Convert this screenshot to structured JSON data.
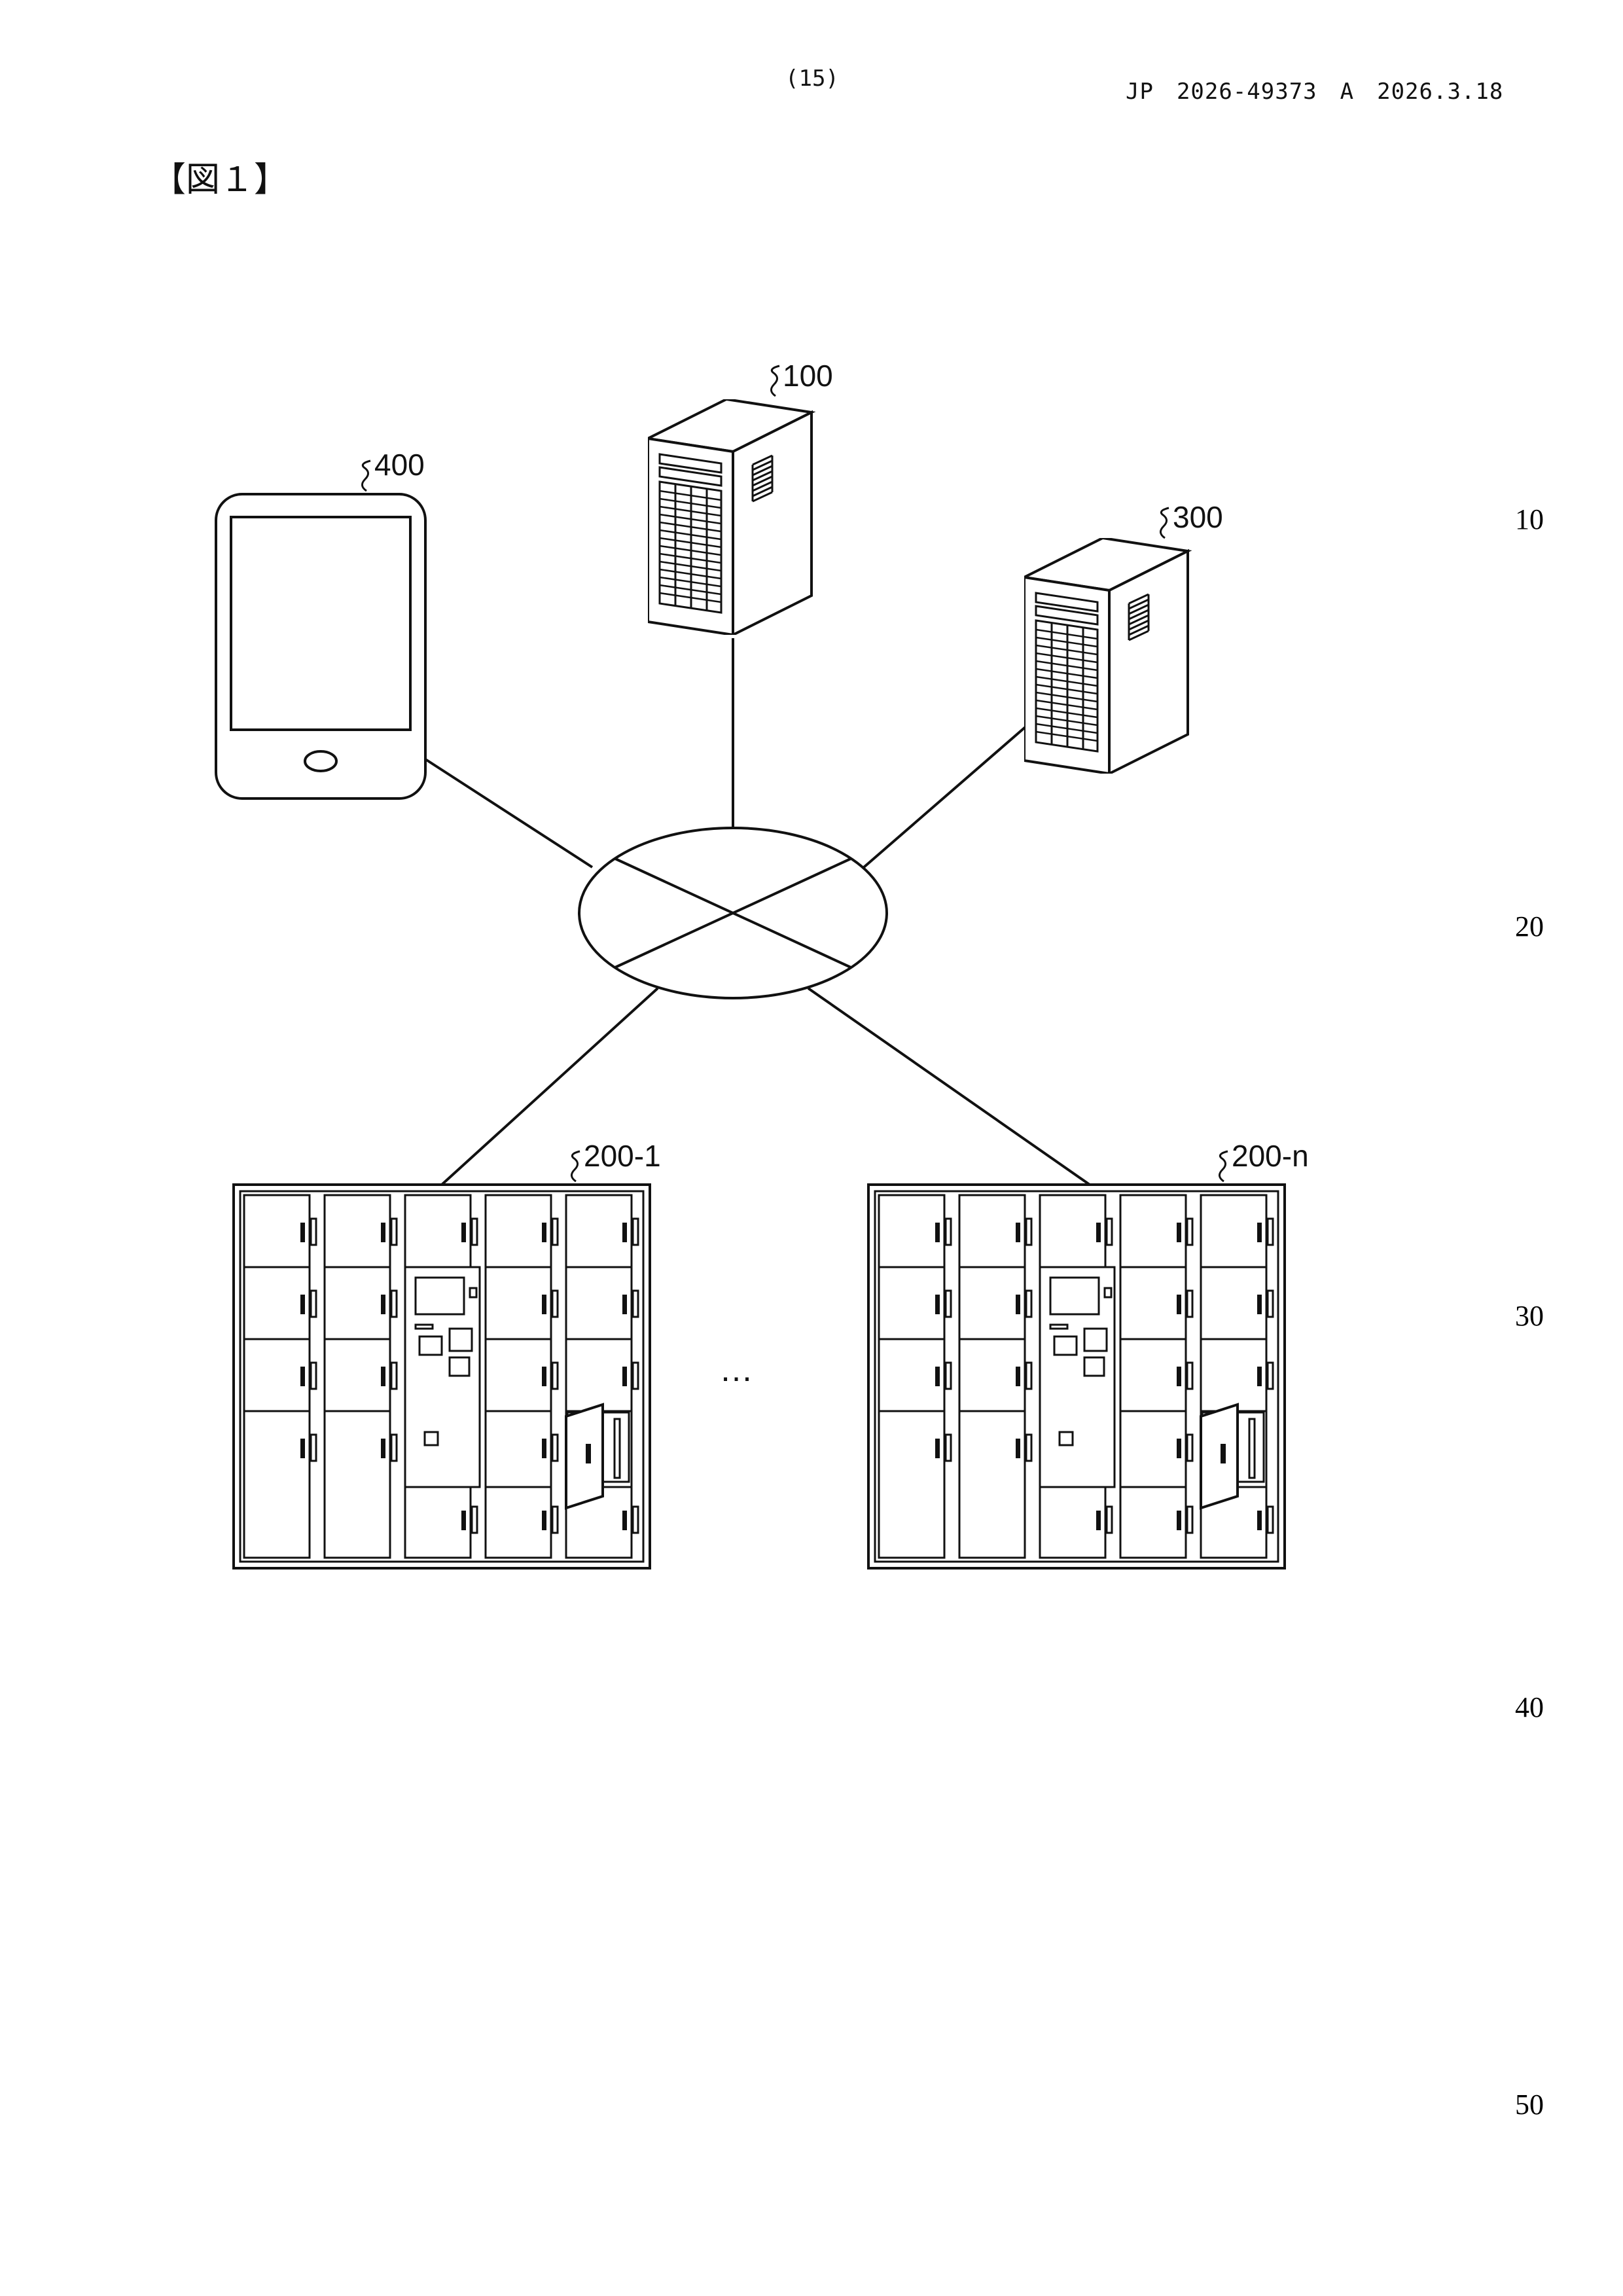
{
  "header": {
    "page_number": "(15)",
    "publication_info": "JP　2026-49373　A　2026.3.18"
  },
  "figure_label": "【図１】",
  "line_numbers": [
    "10",
    "20",
    "30",
    "40",
    "50"
  ],
  "diagram": {
    "nodes": {
      "server_main": {
        "label": "100"
      },
      "terminal": {
        "label": "400"
      },
      "server_secondary": {
        "label": "300"
      },
      "locker_first": {
        "label": "200-1"
      },
      "locker_last": {
        "label": "200-n"
      }
    },
    "ellipsis": "…"
  }
}
